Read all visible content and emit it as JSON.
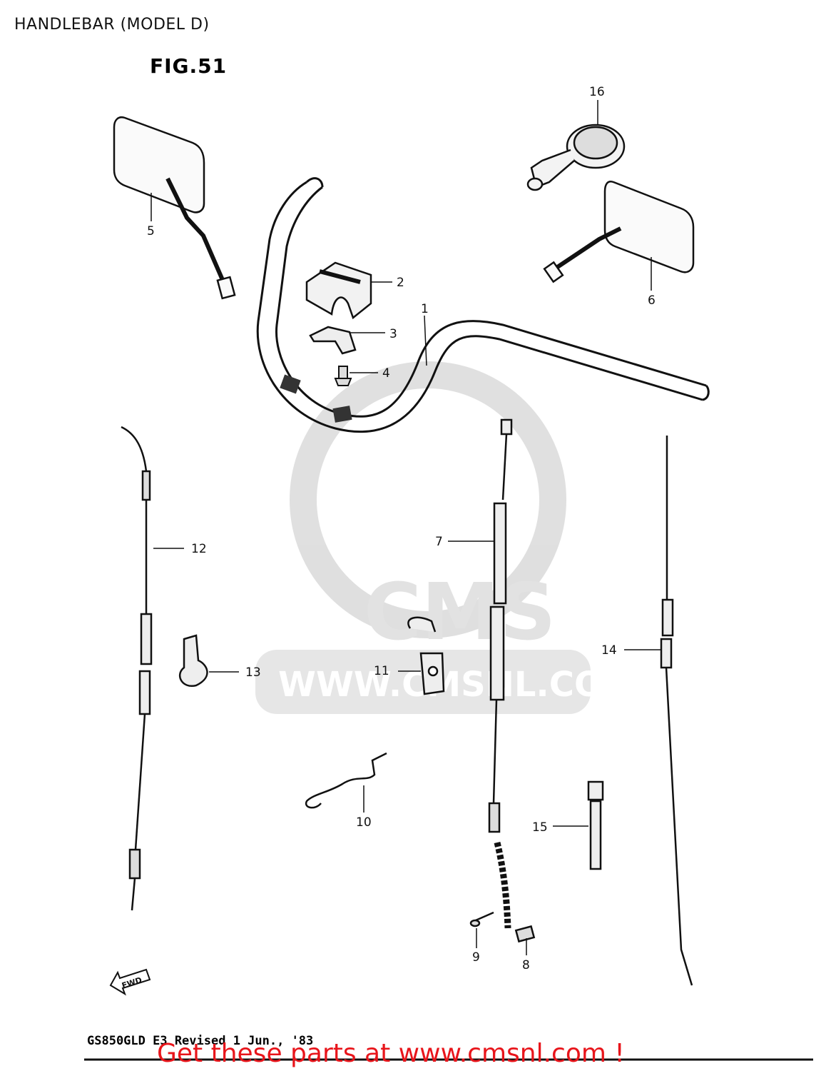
{
  "header": {
    "title": "HANDLEBAR (MODEL D)",
    "figure": "FIG.51"
  },
  "watermark": {
    "text": "WWW.CMSNL.COM",
    "logo_text": "CMS"
  },
  "callouts": [
    "1",
    "2",
    "3",
    "4",
    "5",
    "6",
    "7",
    "8",
    "9",
    "10",
    "11",
    "12",
    "13",
    "14",
    "15",
    "16"
  ],
  "fwd_label": "FWD",
  "footer": {
    "model_revision": "GS850GLD E3 Revised 1 Jun., '83",
    "link_text": "Get these parts at www.cmsnl.com !",
    "link_color": "#e8151b"
  }
}
